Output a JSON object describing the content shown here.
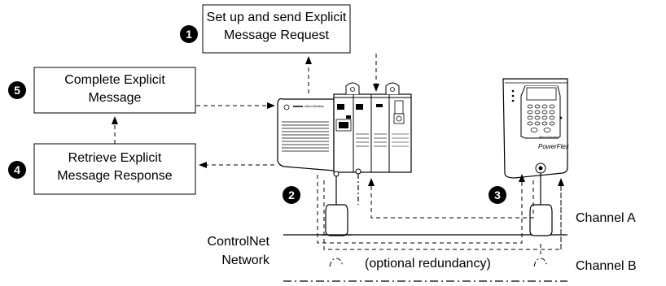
{
  "steps": [
    {
      "number": "1",
      "label_line1": "Set up and send Explicit",
      "label_line2": "Message Request"
    },
    {
      "number": "2"
    },
    {
      "number": "3"
    },
    {
      "number": "4",
      "label_line1": "Retrieve Explicit",
      "label_line2": "Message Response"
    },
    {
      "number": "5",
      "label_line1": "Complete Explicit",
      "label_line2": "Message"
    }
  ],
  "network": {
    "label_line1": "ControlNet",
    "label_line2": "Network",
    "channel_a": "Channel A",
    "channel_b": "Channel B",
    "redundancy_note": "(optional redundancy)"
  },
  "drive": {
    "brand": "Allen-Bradley",
    "model": "PowerFlex"
  },
  "controller": {
    "brand": "Allen-Bradley"
  }
}
